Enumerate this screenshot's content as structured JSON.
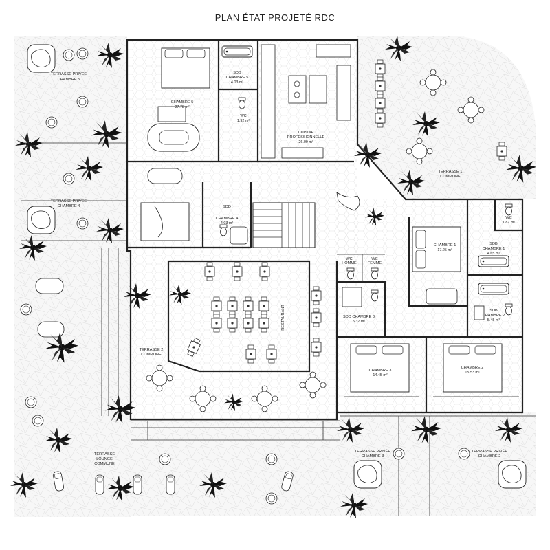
{
  "title": "PLAN ÉTAT PROJETÉ RDC",
  "rooms": {
    "terrasse_privee_5": {
      "name": "TERRASSE PRIVÉE",
      "sub": "CHAMBRE 5"
    },
    "terrasse_privee_4": {
      "name": "TERRASSE PRIVÉE",
      "sub": "CHAMBRE 4"
    },
    "chambre_5": {
      "name": "CHAMBRE 5",
      "area": "27.78 m²"
    },
    "sdb_chambre_5": {
      "name": "SDB",
      "sub": "CHAMBRE 5",
      "area": "4.03 m²"
    },
    "wc_top": {
      "name": "WC",
      "area": "1.92 m²"
    },
    "cuisine": {
      "name": "CUISINE",
      "sub": "PROFESSIONNELLE",
      "area": "26.09 m²"
    },
    "terrasse_1": {
      "name": "TERRASSE 1",
      "sub": "COMMUNE"
    },
    "sdd_chambre_4": {
      "name": "SDD",
      "sub": "CHAMBRE 4",
      "area": "4.03 m²"
    },
    "wc_right": {
      "name": "WC",
      "area": "1.87 m²"
    },
    "chambre_1": {
      "name": "CHAMBRE 1",
      "area": "17.25 m²"
    },
    "sdb_chambre_1": {
      "name": "SDB",
      "sub": "CHAMBRE 1",
      "area": "4.65 m²"
    },
    "wc_homme": {
      "name": "WC",
      "sub": "HOMME"
    },
    "wc_femme": {
      "name": "WC",
      "sub": "FEMME"
    },
    "sdd_chambre_3": {
      "name": "SDD CHAMBRE 3",
      "area": "5.37 m²"
    },
    "sdb_chambre_2": {
      "name": "SDB",
      "sub": "CHAMBRE 2",
      "area": "5.45 m²"
    },
    "restaurant": {
      "name": "RESTAURANT"
    },
    "terrasse_2": {
      "name": "TERRASSE 2",
      "sub": "COMMUNE"
    },
    "chambre_3": {
      "name": "CHAMBRE 3",
      "area": "14.45 m²"
    },
    "chambre_2": {
      "name": "CHAMBRE 2",
      "area": "15.53 m²"
    },
    "terrasse_lounge": {
      "name": "TERRASSE",
      "sub": "LOUNGE",
      "sub2": "COMMUNE"
    },
    "terrasse_privee_3": {
      "name": "TERRASSE PRIVÉE",
      "sub": "CHAMBRE 3"
    },
    "terrasse_privee_2": {
      "name": "TERRASSE PRIVÉE",
      "sub": "CHAMBRE 2"
    }
  },
  "icons": [
    "palm-plant-icon",
    "round-table-icon",
    "bed-icon",
    "bathtub-icon",
    "toilet-icon",
    "sofa-icon",
    "jacuzzi-icon",
    "stair-icon",
    "stove-icon"
  ]
}
